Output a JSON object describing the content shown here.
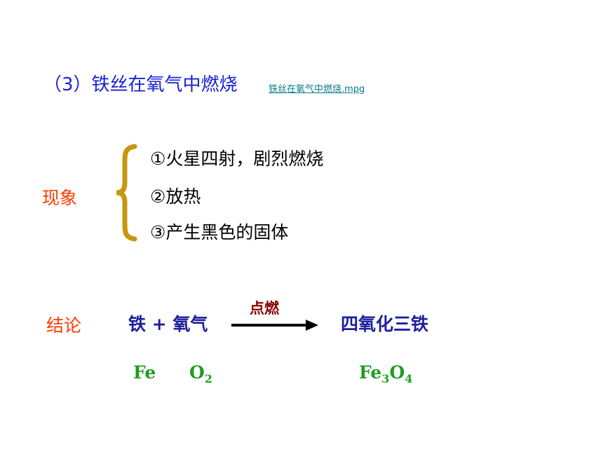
{
  "slide": {
    "title": "（3）铁丝在氧气中燃烧",
    "video_link": "铁丝在氧气中燃烧.mpg",
    "phenomenon_label": "现象",
    "observations": [
      "①火星四射，剧烈燃烧",
      "②放热",
      "③产生黑色的固体"
    ],
    "conclusion_label": "结论",
    "reactants": "铁 + 氧气",
    "condition": "点燃",
    "product": "四氧化三铁",
    "formulas": {
      "fe": "Fe",
      "o2": {
        "base": "O",
        "sub": "2"
      },
      "fe3o4": {
        "base1": "Fe",
        "sub1": "3",
        "base2": "O",
        "sub2": "4"
      }
    }
  },
  "colors": {
    "title": "#1a22d6",
    "label": "#ff3b00",
    "equation": "#1d1f9c",
    "condition": "#8b0000",
    "formula": "#1f9c1f",
    "brace": "#c8960f"
  }
}
